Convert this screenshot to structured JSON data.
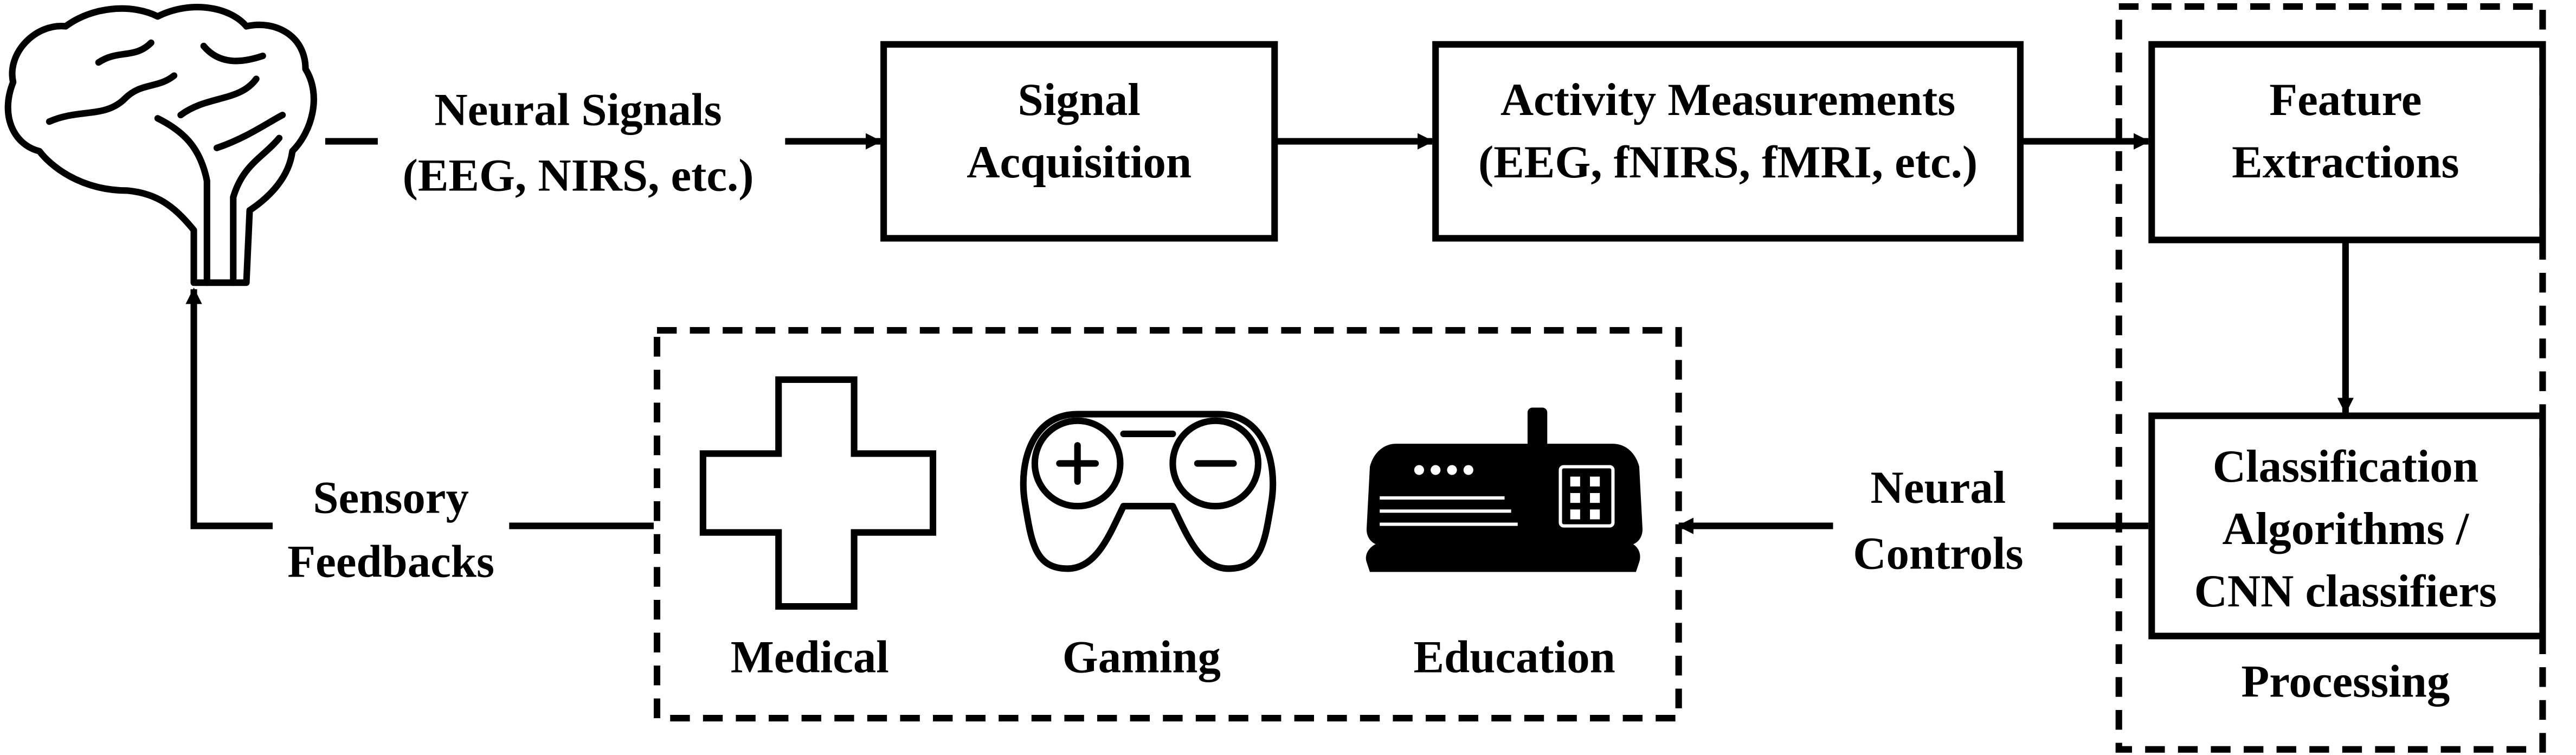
{
  "signals": {
    "line1": "Neural Signals",
    "line2": "(EEG, NIRS, etc.)"
  },
  "acquisition": {
    "line1": "Signal",
    "line2": "Acquisition"
  },
  "measurements": {
    "line1": "Activity Measurements",
    "line2": "(EEG, fNIRS, fMRI, etc.)"
  },
  "features": {
    "line1": "Feature",
    "line2": "Extractions"
  },
  "classification": {
    "line1": "Classification",
    "line2": "Algorithms /",
    "line3": "CNN classifiers"
  },
  "processing": {
    "label": "Processing"
  },
  "controls": {
    "line1": "Neural",
    "line2": "Controls"
  },
  "feedback": {
    "line1": "Sensory",
    "line2": "Feedbacks"
  },
  "applications": [
    {
      "label": "Medical",
      "icon": "medical-cross-icon"
    },
    {
      "label": "Gaming",
      "icon": "gamepad-icon"
    },
    {
      "label": "Education",
      "icon": "education-console-icon"
    }
  ],
  "icons": {
    "brain": "brain-icon"
  },
  "colors": {
    "stroke": "#000000",
    "background": "#ffffff"
  }
}
